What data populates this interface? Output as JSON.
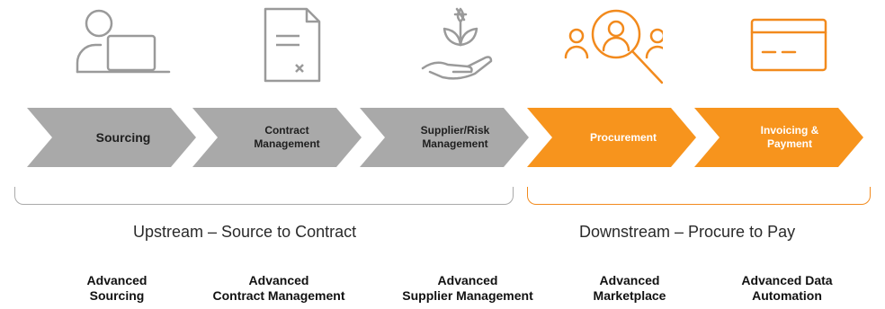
{
  "colors": {
    "gray": "#a9a9a9",
    "gray_icon": "#9a9a9a",
    "orange": "#f7941d",
    "orange_dark": "#f28a1d"
  },
  "icons": [
    {
      "name": "user-laptop-icon",
      "color": "gray"
    },
    {
      "name": "contract-document-icon",
      "color": "gray"
    },
    {
      "name": "hand-plant-icon",
      "color": "gray"
    },
    {
      "name": "people-search-icon",
      "color": "orange"
    },
    {
      "name": "credit-card-icon",
      "color": "orange"
    }
  ],
  "stages": [
    {
      "label": "Sourcing",
      "color": "gray"
    },
    {
      "label": "Contract\nManagement",
      "color": "gray"
    },
    {
      "label": "Supplier/Risk\nManagement",
      "color": "gray"
    },
    {
      "label": "Procurement",
      "color": "orange"
    },
    {
      "label": "Invoicing &\nPayment",
      "color": "orange"
    }
  ],
  "phases": {
    "upstream": "Upstream – Source to Contract",
    "downstream": "Downstream – Procure to Pay"
  },
  "solutions": [
    "Advanced\nSourcing",
    "Advanced\nContract Management",
    "Advanced\nSupplier Management",
    "Advanced\nMarketplace",
    "Advanced Data\nAutomation"
  ]
}
